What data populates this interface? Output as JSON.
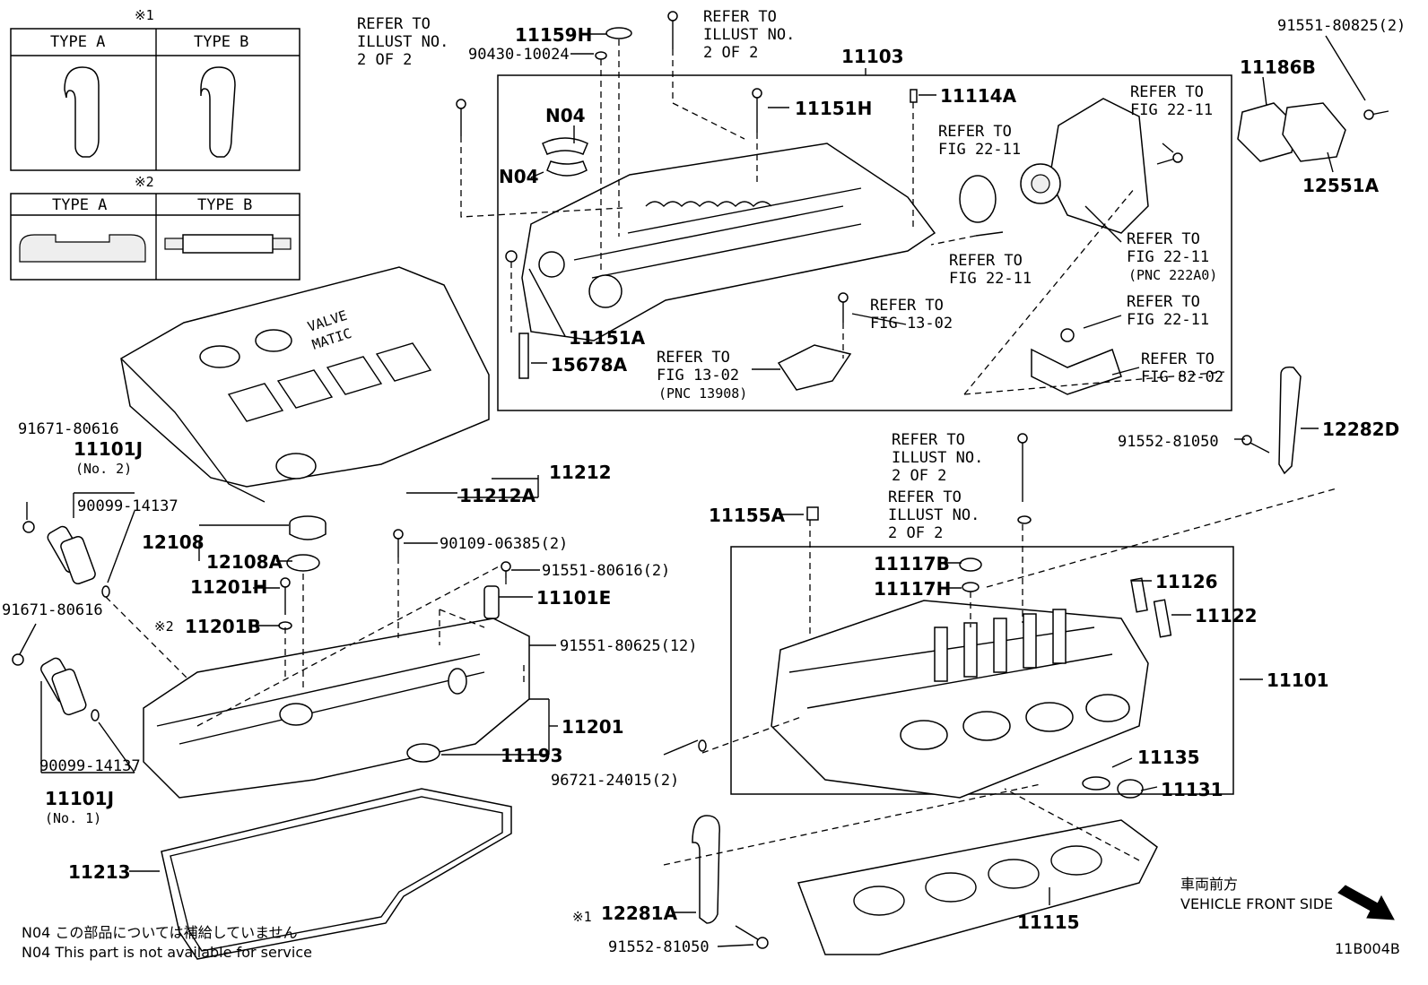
{
  "tables": {
    "t1": {
      "mark": "※1",
      "col_a": "TYPE A",
      "col_b": "TYPE B"
    },
    "t2": {
      "mark": "※2",
      "col_a": "TYPE A",
      "col_b": "TYPE B"
    }
  },
  "refs": {
    "illust_l1": "REFER TO",
    "illust_l2": "ILLUST NO.",
    "illust_l3": "2 OF 2",
    "fig_2211_l1": "REFER TO",
    "fig_2211_l2": "FIG 22-11",
    "fig_1302_l1": "REFER TO",
    "fig_1302_l2": "FIG 13-02",
    "pnc_13908": "(PNC 13908)",
    "pnc_222a0": "(PNC 222A0)",
    "fig_8202_l1": "REFER TO",
    "fig_8202_l2": "FIG 82-02"
  },
  "parts": {
    "p11159H": "11159H",
    "p90430": "90430-10024",
    "p11103": "11103",
    "p91551_80825": "91551-80825(2)",
    "p11186B": "11186B",
    "p12551A": "12551A",
    "pN04a": "N04",
    "pN04b": "N04",
    "p11151H": "11151H",
    "p11114A": "11114A",
    "p11151A": "11151A",
    "p15678A": "15678A",
    "p91671a": "91671-80616",
    "p11101J_2": "11101J",
    "no2": "(No. 2)",
    "p90099a": "90099-14137",
    "p11212": "11212",
    "p11212A": "11212A",
    "p12108": "12108",
    "p12108A": "12108A",
    "p90109": "90109-06385(2)",
    "p91551_80616": "91551-80616(2)",
    "p11101E": "11101E",
    "p11201H": "11201H",
    "p11201B": "11201B",
    "mark2": "※2",
    "p91551_80625": "91551-80625(12)",
    "p91671b": "91671-80616",
    "p11201": "11201",
    "p11193": "11193",
    "p90099b": "90099-14137",
    "p11101J_1": "11101J",
    "no1": "(No. 1)",
    "p11213": "11213",
    "p91552a": "91552-81050",
    "p12282D": "12282D",
    "p11155A": "11155A",
    "p11117B": "11117B",
    "p11117H": "11117H",
    "p11126": "11126",
    "p11122": "11122",
    "p11101": "11101",
    "p96721": "96721-24015(2)",
    "p11135": "11135",
    "p11131": "11131",
    "mark1": "※1",
    "p12281A": "12281A",
    "p91552b": "91552-81050",
    "p11115": "11115"
  },
  "cover_text": {
    "brand": "VALVE",
    "brand2": "MATIC"
  },
  "front": {
    "jp": "車両前方",
    "en": "VEHICLE FRONT SIDE"
  },
  "notes": {
    "jp": "N04 この部品については補給していません",
    "en": "N04 This part is not available for service"
  },
  "code": "11B004B"
}
